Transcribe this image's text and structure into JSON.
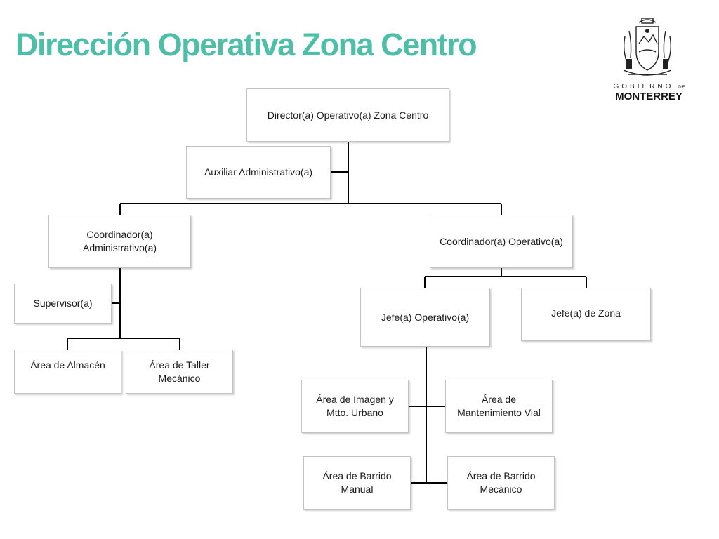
{
  "title": "Dirección Operativa Zona Centro",
  "logo": {
    "line1": "GOBIERNO",
    "line1_suffix": "DE",
    "line2": "MONTERREY"
  },
  "org": {
    "director": "Director(a) Operativo(a) Zona Centro",
    "auxiliar": "Auxiliar Administrativo(a)",
    "coord_admin": "Coordinador(a) Administrativo(a)",
    "coord_op": "Coordinador(a) Operativo(a)",
    "supervisor": "Supervisor(a)",
    "jefe_op": "Jefe(a) Operativo(a)",
    "jefe_zona": "Jefe(a) de Zona",
    "almacen": "Área de Almacén",
    "taller": "Área de Taller Mecánico",
    "imagen": "Área de Imagen y Mtto. Urbano",
    "mant_vial": "Área de Mantenimiento Vial",
    "barrido_manual": "Área de Barrido Manual",
    "barrido_mecanico": "Área de Barrido Mecánico"
  },
  "colors": {
    "title": "#4dbfa8",
    "lines": "#000000",
    "box_border": "#c2c2c2"
  }
}
